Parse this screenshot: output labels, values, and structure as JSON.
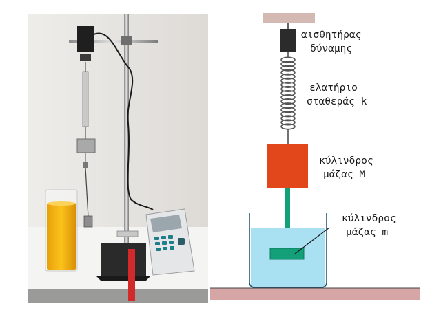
{
  "photo": {
    "description_free": true,
    "device_screen_text": "",
    "colors": {
      "wall": "#e9e7e3",
      "liquid": "#f2b40e",
      "base_plate": "#2a2a2a",
      "clamp_red": "#d22a2a",
      "device_body": "#e4e6e8",
      "device_keys": "#1d7e8c"
    }
  },
  "diagram": {
    "labels": {
      "sensor_line1": "αισθητήρας",
      "sensor_line2": "δύναμης",
      "spring_line1": "ελατήριο",
      "spring_line2": "σταθεράς k",
      "cylM_line1": "κύλινδρος",
      "cylM_line2": "μάζας Μ",
      "cylm_line1": "κύλινδρος",
      "cylm_line2": "μάζας m"
    },
    "colors": {
      "ceiling": "#d4b8b2",
      "floor": "#d6a5a5",
      "sensor": "#2b2b2b",
      "spring": "#555555",
      "cylinder_M": "#e2461b",
      "cylinder_m": "#139f78",
      "rod": "#139f78",
      "water": "#a9e1f2",
      "beaker_outline": "#1f4f6a"
    }
  }
}
